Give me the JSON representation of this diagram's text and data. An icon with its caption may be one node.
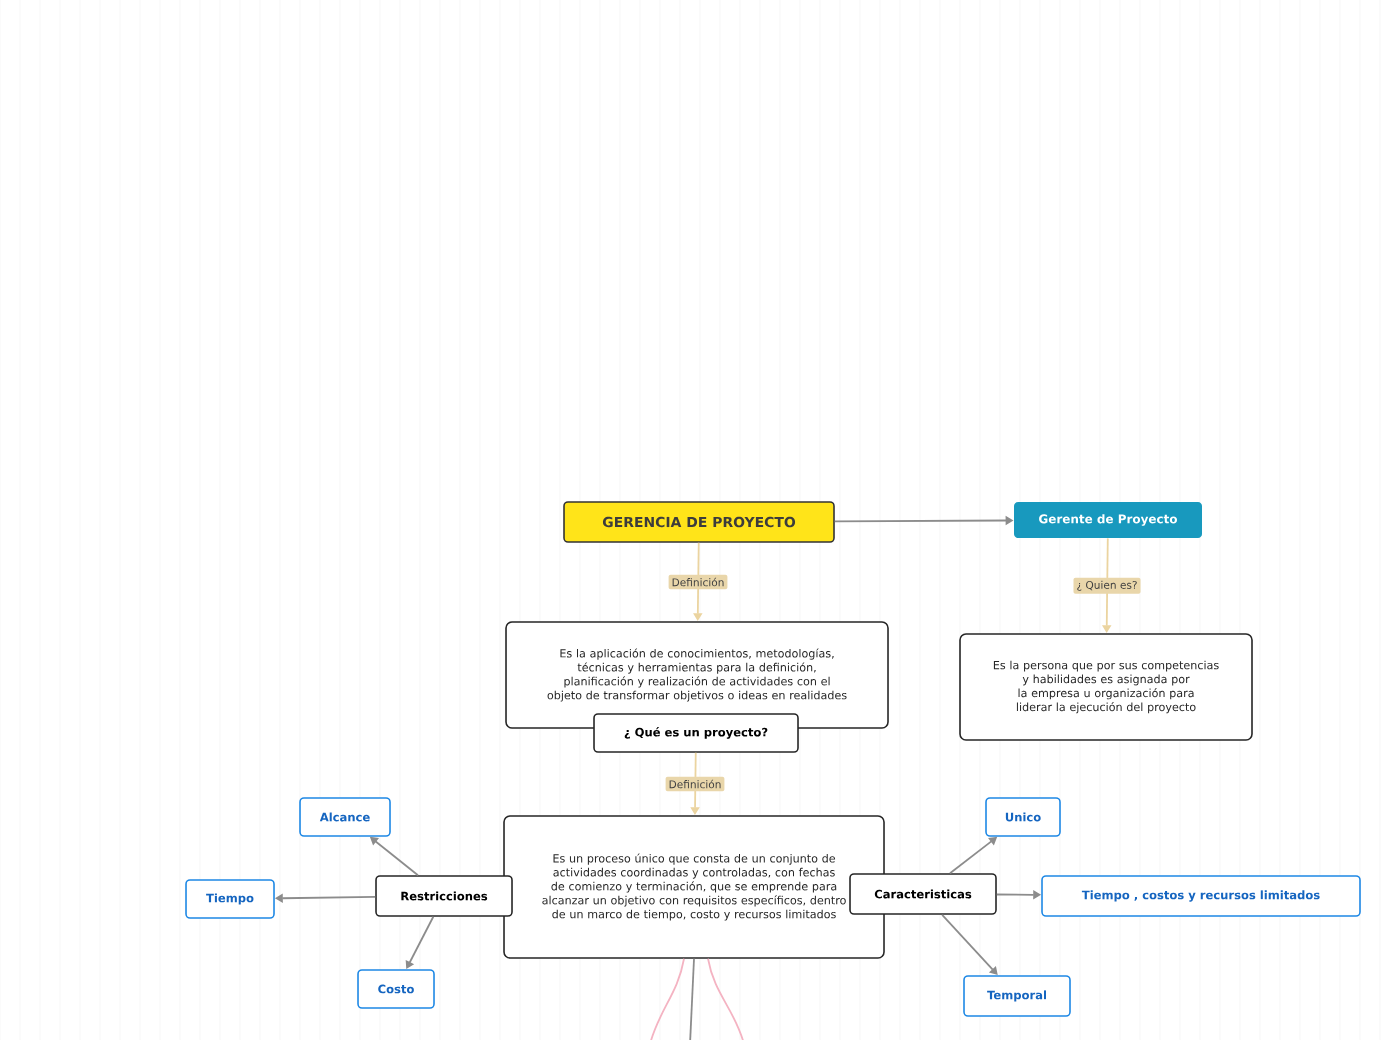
{
  "diagram": {
    "nodes": [
      {
        "text": [
          "GERENCIA DE PROYECTO"
        ]
      },
      {
        "text": [
          "Gerente de Proyecto"
        ]
      },
      {
        "text": [
          "Es la aplicación de conocimientos, metodologías, técnicas y herramientas para la definición, planificación y realización de actividades con el objeto de transformar objetivos o ideas en realidades"
        ]
      },
      {
        "text": [
          "¿ Qué es un proyecto?"
        ]
      },
      {
        "text": [
          "Es la persona que por sus competencias y habilidades es asignada por la empresa u organización para liderar la ejecución del proyecto"
        ]
      },
      {
        "text": [
          "Es un proceso único que consta de un conjunto de actividades coordinadas y controladas, con fechas de comienzo y terminación, que se emprende para alcanzar un objetivo con requisitos específicos, dentro de un marco de tiempo, costo y recursos limitados"
        ]
      },
      {
        "text": [
          "Restricciones"
        ]
      },
      {
        "text": [
          "Caracteristicas"
        ]
      },
      {
        "text": [
          "Alcance"
        ]
      },
      {
        "text": [
          "Tiempo"
        ]
      },
      {
        "text": [
          "Costo"
        ]
      },
      {
        "text": [
          "Unico"
        ]
      },
      {
        "text": [
          "Tiempo , costos y recursos limitados"
        ]
      },
      {
        "text": [
          "Temporal"
        ]
      }
    ],
    "edges": [
      {
        "from": 0,
        "to": 1,
        "arrow": "to"
      },
      {
        "from": 0,
        "to": 2,
        "arrow": "to",
        "label": "Definición",
        "color": "#ebd4a0"
      },
      {
        "from": 1,
        "to": 4,
        "arrow": "to",
        "label": "¿ Quien es?",
        "color": "#ebd4a0"
      },
      {
        "from": 3,
        "to": 5,
        "arrow": "to",
        "label": "Definición",
        "color": "#ebd4a0"
      },
      {
        "from": 6,
        "to": 8,
        "arrow": "to"
      },
      {
        "from": 6,
        "to": 9,
        "arrow": "to"
      },
      {
        "from": 6,
        "to": 10,
        "arrow": "to"
      },
      {
        "from": 7,
        "to": 11,
        "arrow": "to"
      },
      {
        "from": 7,
        "to": 12,
        "arrow": "to"
      },
      {
        "from": 7,
        "to": 13,
        "arrow": "to"
      },
      {
        "from": 5,
        "to": null,
        "arrow": "none",
        "color": "#f4b3c2"
      },
      {
        "from": 5,
        "to": null,
        "arrow": "none"
      },
      {
        "from": 5,
        "to": null,
        "arrow": "none",
        "color": "#f4b3c2"
      }
    ]
  }
}
